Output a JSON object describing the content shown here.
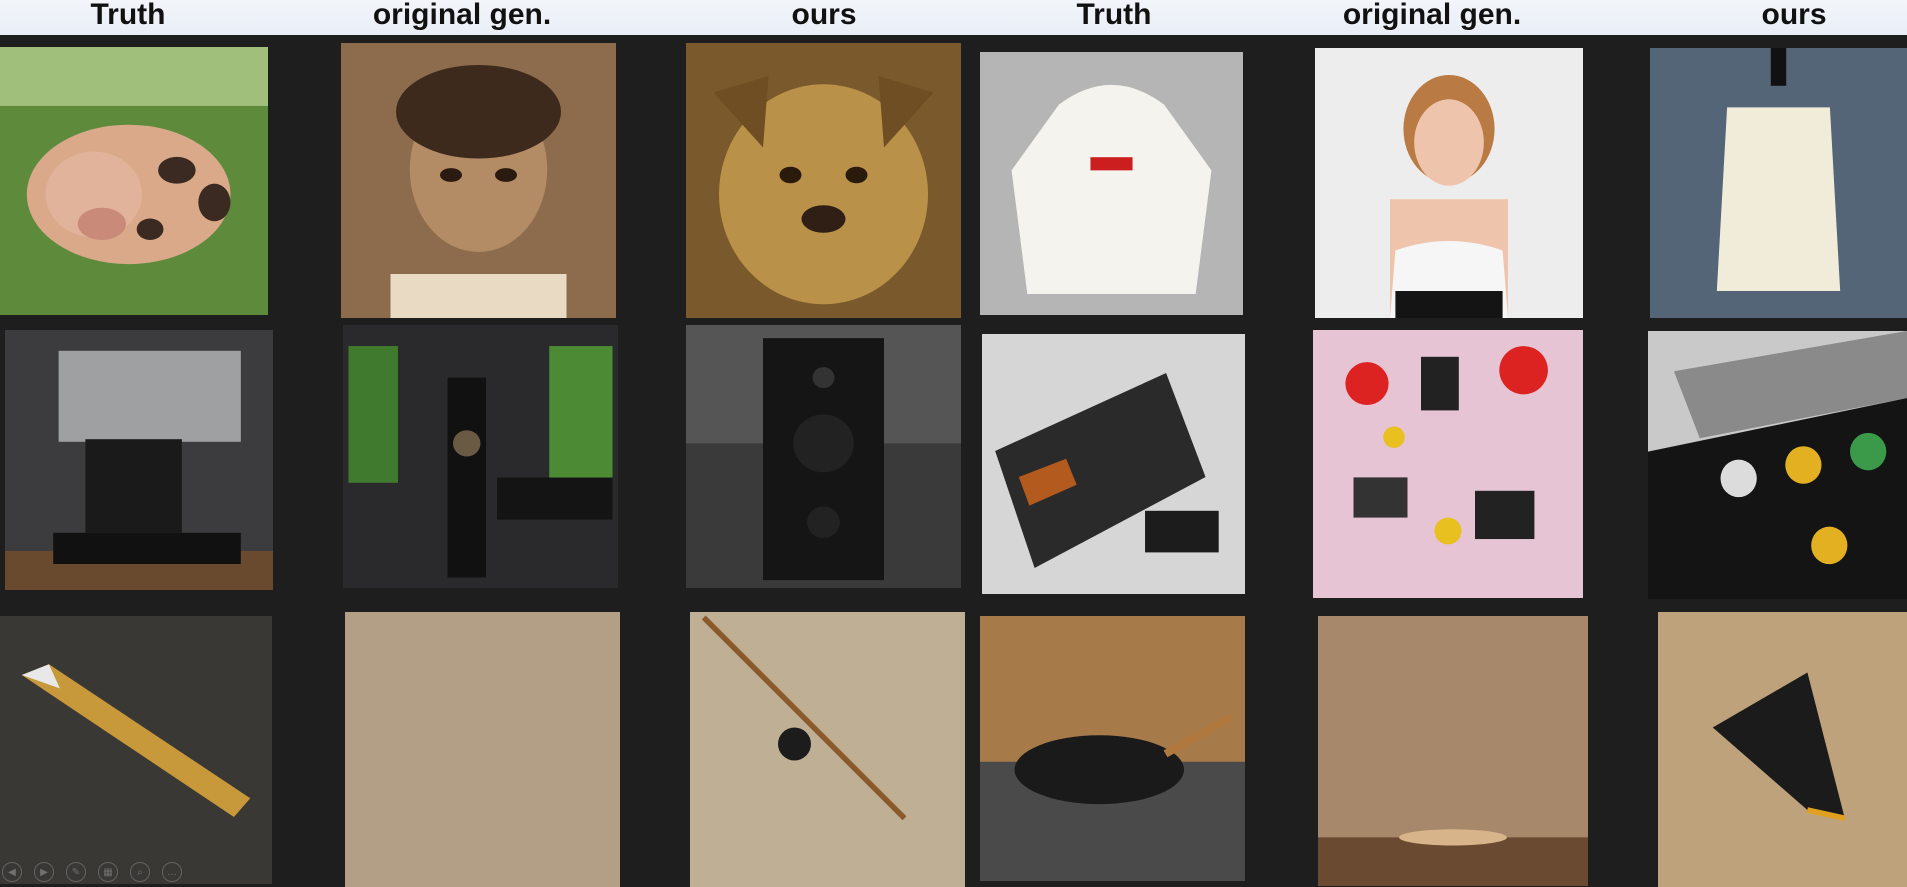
{
  "headers": [
    "Truth",
    "original gen.",
    "ours",
    "Truth",
    "original gen.",
    "ours"
  ],
  "icons": [
    "prev-slide-icon",
    "play-icon",
    "pen-icon",
    "grid-icon",
    "zoom-icon",
    "more-icon"
  ],
  "icon_glyphs": [
    "◀",
    "▶",
    "✎",
    "▦",
    "⌕",
    "…"
  ]
}
